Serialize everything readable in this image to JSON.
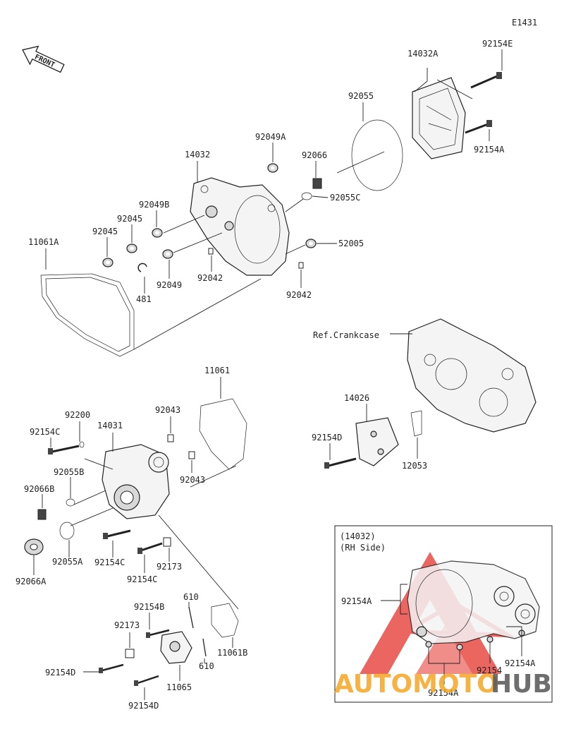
{
  "diagram_code": "E1431",
  "front_label": "FRONT",
  "labels": {
    "p14032A": "14032A",
    "p92154E": "92154E",
    "p92055": "92055",
    "p92154A_top": "92154A",
    "p92049A": "92049A",
    "p14032": "14032",
    "p92066": "92066",
    "p92055C": "92055C",
    "p92049B": "92049B",
    "p92045a": "92045",
    "p92045b": "92045",
    "p11061A": "11061A",
    "p52005": "52005",
    "p92049": "92049",
    "p92042a": "92042",
    "p92042b": "92042",
    "p481": "481",
    "p11061": "11061",
    "p92200": "92200",
    "p14031": "14031",
    "p92043a": "92043",
    "p92154C_a": "92154C",
    "p92055B": "92055B",
    "p92043b": "92043",
    "p92066B": "92066B",
    "p92066A": "92066A",
    "p92055A": "92055A",
    "p92154C_b": "92154C",
    "p92173a": "92173",
    "p92154C_c": "92154C",
    "p14026": "14026",
    "p92154D_a": "92154D",
    "p12053": "12053",
    "p92154B": "92154B",
    "p610a": "610",
    "p92173b": "92173",
    "p11061B": "11061B",
    "p610b": "610",
    "p92154D_b": "92154D",
    "p11065": "11065",
    "p92154D_c": "92154D",
    "ref_crankcase": "Ref.Crankcase"
  },
  "inset": {
    "title_line1": "(14032)",
    "title_line2": "(RH Side)",
    "p92154A_left": "92154A",
    "p92154": "92154",
    "p92154A_right": "92154A",
    "p92154A_bottom": "92154A"
  },
  "watermark": {
    "text_main": "AUTOMOTO",
    "text_tail": "HUB",
    "color_main": "#f5a623",
    "color_tail": "#555555",
    "logo_color": "#e8413a"
  }
}
